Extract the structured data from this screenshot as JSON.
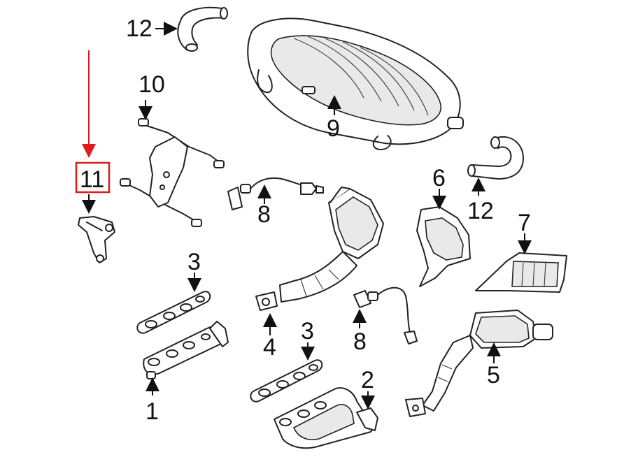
{
  "callouts": [
    {
      "id": "c12a",
      "text": "12"
    },
    {
      "id": "c10",
      "text": "10"
    },
    {
      "id": "c9",
      "text": "9"
    },
    {
      "id": "c11",
      "text": "11"
    },
    {
      "id": "c8a",
      "text": "8"
    },
    {
      "id": "c6",
      "text": "6"
    },
    {
      "id": "c12b",
      "text": "12"
    },
    {
      "id": "c7",
      "text": "7"
    },
    {
      "id": "c3a",
      "text": "3"
    },
    {
      "id": "c4",
      "text": "4"
    },
    {
      "id": "c8b",
      "text": "8"
    },
    {
      "id": "c3b",
      "text": "3"
    },
    {
      "id": "c5",
      "text": "5"
    },
    {
      "id": "c2",
      "text": "2"
    },
    {
      "id": "c1",
      "text": "1"
    }
  ],
  "highlight": {
    "callout": "11",
    "color": "#e01b1b"
  }
}
